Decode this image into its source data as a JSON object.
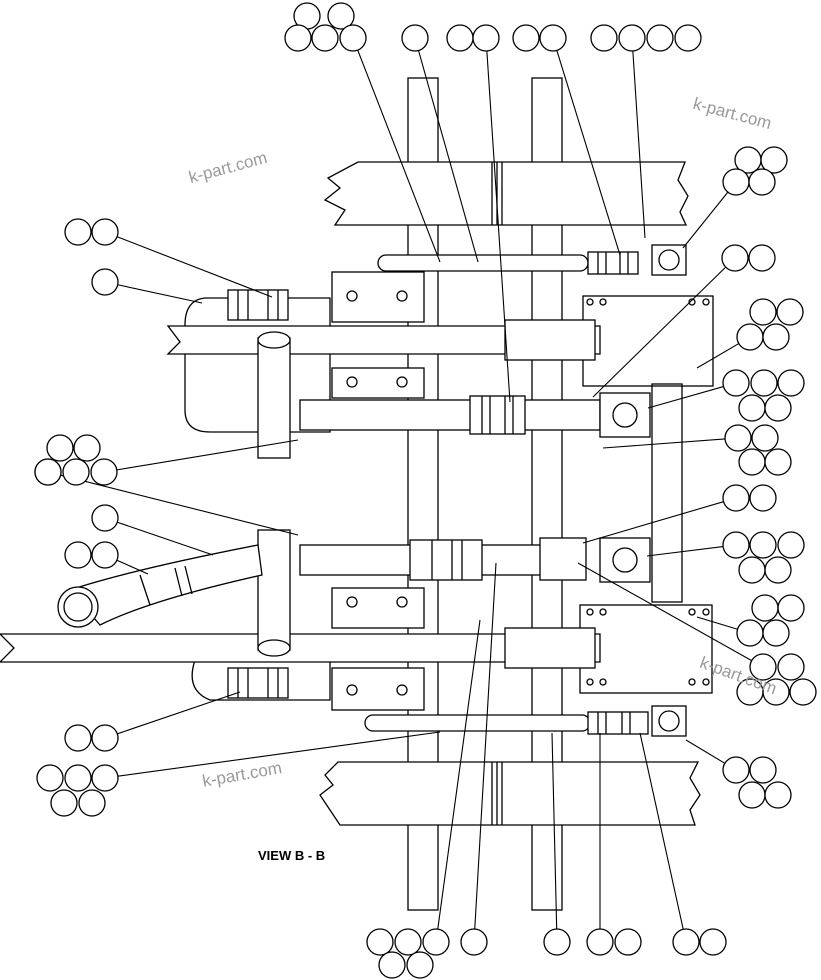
{
  "view_label": "VIEW B - B",
  "watermark": "k-part.com",
  "callout_groups": [
    {
      "circles": [
        [
          307,
          16
        ],
        [
          341,
          16
        ],
        [
          298,
          38
        ],
        [
          325,
          38
        ],
        [
          353,
          38
        ]
      ],
      "target": [
        440,
        262
      ]
    },
    {
      "circles": [
        [
          415,
          38
        ]
      ],
      "target": [
        478,
        262
      ]
    },
    {
      "circles": [
        [
          460,
          38
        ],
        [
          486,
          38
        ]
      ],
      "target": [
        510,
        402
      ]
    },
    {
      "circles": [
        [
          526,
          38
        ],
        [
          553,
          38
        ]
      ],
      "target": [
        620,
        255
      ]
    },
    {
      "circles": [
        [
          604,
          38
        ],
        [
          632,
          38
        ],
        [
          660,
          38
        ],
        [
          688,
          38
        ]
      ],
      "target": [
        645,
        238
      ]
    },
    {
      "circles": [
        [
          748,
          160
        ],
        [
          774,
          160
        ],
        [
          736,
          182
        ],
        [
          762,
          182
        ]
      ],
      "target": [
        683,
        248
      ]
    },
    {
      "circles": [
        [
          735,
          258
        ],
        [
          762,
          258
        ]
      ],
      "target": [
        593,
        397
      ]
    },
    {
      "circles": [
        [
          763,
          312
        ],
        [
          790,
          312
        ],
        [
          750,
          337
        ],
        [
          776,
          337
        ]
      ],
      "target": [
        697,
        368
      ]
    },
    {
      "circles": [
        [
          736,
          383
        ],
        [
          764,
          383
        ],
        [
          791,
          383
        ],
        [
          752,
          408
        ],
        [
          778,
          408
        ]
      ],
      "target": [
        648,
        408
      ]
    },
    {
      "circles": [
        [
          738,
          438
        ],
        [
          765,
          438
        ],
        [
          752,
          462
        ],
        [
          778,
          462
        ]
      ],
      "target": [
        603,
        448
      ]
    },
    {
      "circles": [
        [
          736,
          498
        ],
        [
          763,
          498
        ]
      ],
      "target": [
        583,
        543
      ]
    },
    {
      "circles": [
        [
          736,
          545
        ],
        [
          763,
          545
        ],
        [
          791,
          545
        ],
        [
          752,
          570
        ],
        [
          778,
          570
        ]
      ],
      "target": [
        647,
        556
      ]
    },
    {
      "circles": [
        [
          765,
          608
        ],
        [
          791,
          608
        ],
        [
          750,
          633
        ],
        [
          776,
          633
        ]
      ],
      "target": [
        697,
        617
      ]
    },
    {
      "circles": [
        [
          763,
          667
        ],
        [
          791,
          667
        ],
        [
          750,
          692
        ],
        [
          776,
          692
        ],
        [
          803,
          692
        ]
      ],
      "target": [
        578,
        563
      ]
    },
    {
      "circles": [
        [
          736,
          770
        ],
        [
          763,
          770
        ],
        [
          752,
          795
        ],
        [
          778,
          795
        ]
      ],
      "target": [
        686,
        740
      ]
    },
    {
      "circles": [
        [
          78,
          232
        ],
        [
          105,
          232
        ]
      ],
      "target": [
        272,
        297
      ]
    },
    {
      "circles": [
        [
          105,
          282
        ]
      ],
      "target": [
        202,
        303
      ]
    },
    {
      "circles": [
        [
          60,
          448
        ],
        [
          87,
          448
        ],
        [
          48,
          472
        ],
        [
          76,
          472
        ],
        [
          104,
          472
        ]
      ],
      "target": [
        298,
        440
      ]
    },
    {
      "circles": [
        [
          48,
          472
        ]
      ],
      "target": [
        298,
        535
      ]
    },
    {
      "circles": [
        [
          105,
          518
        ]
      ],
      "target": [
        213,
        555
      ]
    },
    {
      "circles": [
        [
          78,
          555
        ],
        [
          105,
          555
        ]
      ],
      "target": [
        148,
        574
      ]
    },
    {
      "circles": [
        [
          78,
          738
        ],
        [
          105,
          738
        ]
      ],
      "target": [
        240,
        692
      ]
    },
    {
      "circles": [
        [
          50,
          778
        ],
        [
          78,
          778
        ],
        [
          105,
          778
        ],
        [
          64,
          803
        ],
        [
          92,
          803
        ]
      ],
      "target": [
        440,
        732
      ]
    },
    {
      "circles": [
        [
          380,
          942
        ],
        [
          408,
          942
        ],
        [
          436,
          942
        ],
        [
          392,
          965
        ],
        [
          420,
          965
        ]
      ],
      "target": [
        480,
        620
      ]
    },
    {
      "circles": [
        [
          474,
          942
        ]
      ],
      "target": [
        496,
        563
      ]
    },
    {
      "circles": [
        [
          557,
          942
        ]
      ],
      "target": [
        552,
        733
      ]
    },
    {
      "circles": [
        [
          600,
          942
        ],
        [
          628,
          942
        ]
      ],
      "target": [
        600,
        733
      ]
    },
    {
      "circles": [
        [
          686,
          942
        ],
        [
          713,
          942
        ]
      ],
      "target": [
        640,
        733
      ]
    }
  ]
}
